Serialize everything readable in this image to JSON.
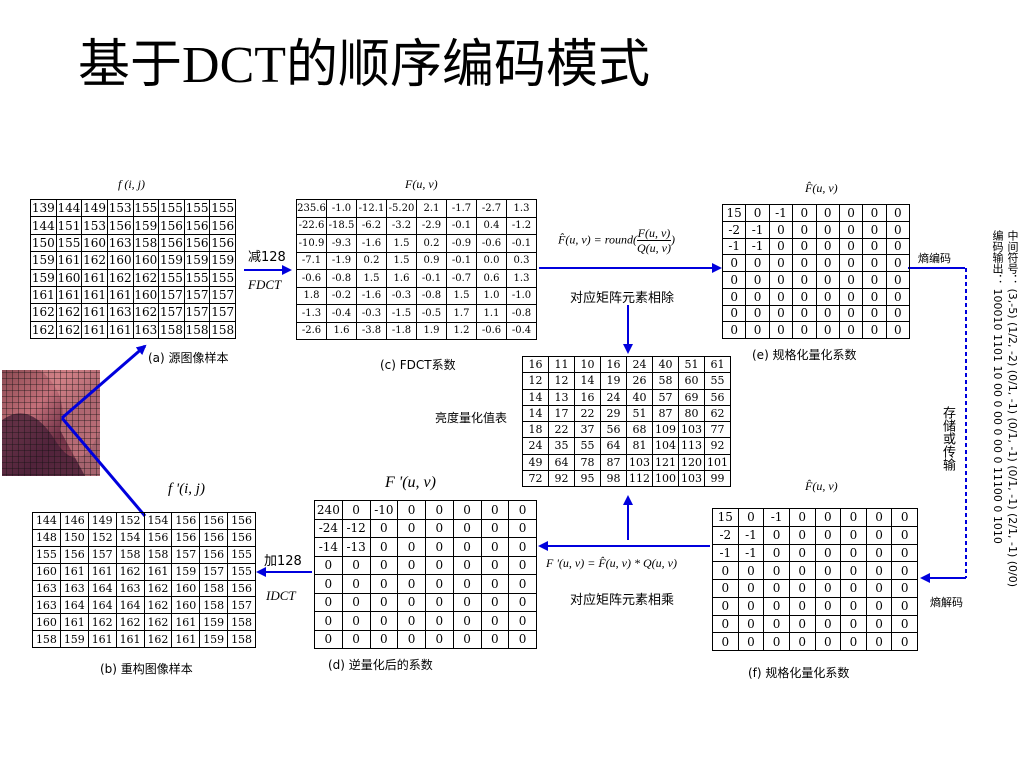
{
  "title": {
    "part1": "基于",
    "part2": "DCT",
    "part3": "的顺序编码模式"
  },
  "labels": {
    "src_sym": "f (i, j)",
    "src_caption": "(a) 源图像样本",
    "fdct_sym": "F(u, v)",
    "fdct_caption": "(c) FDCT系数",
    "quant_sym": "F̂(u, v)",
    "quant_caption": "(e) 规格化量化系数",
    "minus128": "减128",
    "fdct": "FDCT",
    "formula_lhs": "F̂(u, v) = round(",
    "formula_num": "F(u, v)",
    "formula_den": "Q(u, v)",
    "formula_rhs": ")",
    "divide_label": "对应矩阵元素相除",
    "qtable_label": "亮度量化值表",
    "entropy_encode": "熵编码",
    "entropy_decode": "熵解码",
    "store_transmit": "存储或传输",
    "mid_symbols": "中间符号：  (3,-5)     (1/2, -2)  (0/1, -1)  (0/1, -1)  (0/1, -1)  (2/1, -1)  (0/0)",
    "code_output": "编码输出：  100010  1101 10     00 0          00 0          00 0          11100 0    1010",
    "dec_sym": "F̂(u, v)",
    "dec_caption": "(f) 规格化量化系数",
    "multiply_formula": "F '(u, v) = F̂(u, v) * Q(u, v)",
    "multiply_label": "对应矩阵元素相乘",
    "deq_sym": "F '(u, v)",
    "deq_caption": "(d) 逆量化后的系数",
    "plus128": "加128",
    "idct": "IDCT",
    "rec_sym": "f '(i, j)",
    "rec_caption": "(b) 重构图像样本"
  },
  "matrices": {
    "source": [
      [
        139,
        144,
        149,
        153,
        155,
        155,
        155,
        155
      ],
      [
        144,
        151,
        153,
        156,
        159,
        156,
        156,
        156
      ],
      [
        150,
        155,
        160,
        163,
        158,
        156,
        156,
        156
      ],
      [
        159,
        161,
        162,
        160,
        160,
        159,
        159,
        159
      ],
      [
        159,
        160,
        161,
        162,
        162,
        155,
        155,
        155
      ],
      [
        161,
        161,
        161,
        161,
        160,
        157,
        157,
        157
      ],
      [
        162,
        162,
        161,
        163,
        162,
        157,
        157,
        157
      ],
      [
        162,
        162,
        161,
        161,
        163,
        158,
        158,
        158
      ]
    ],
    "fdct": [
      [
        "235.6",
        "-1.0",
        "-12.1",
        "-5.20",
        "2.1",
        "-1.7",
        "-2.7",
        "1.3"
      ],
      [
        "-22.6",
        "-18.5",
        "-6.2",
        "-3.2",
        "-2.9",
        "-0.1",
        "0.4",
        "-1.2"
      ],
      [
        "-10.9",
        "-9.3",
        "-1.6",
        "1.5",
        "0.2",
        "-0.9",
        "-0.6",
        "-0.1"
      ],
      [
        "-7.1",
        "-1.9",
        "0.2",
        "1.5",
        "0.9",
        "-0.1",
        "0.0",
        "0.3"
      ],
      [
        "-0.6",
        "-0.8",
        "1.5",
        "1.6",
        "-0.1",
        "-0.7",
        "0.6",
        "1.3"
      ],
      [
        "1.8",
        "-0.2",
        "-1.6",
        "-0.3",
        "-0.8",
        "1.5",
        "1.0",
        "-1.0"
      ],
      [
        "-1.3",
        "-0.4",
        "-0.3",
        "-1.5",
        "-0.5",
        "1.7",
        "1.1",
        "-0.8"
      ],
      [
        "-2.6",
        "1.6",
        "-3.8",
        "-1.8",
        "1.9",
        "1.2",
        "-0.6",
        "-0.4"
      ]
    ],
    "quantized": [
      [
        15,
        0,
        -1,
        0,
        0,
        0,
        0,
        0
      ],
      [
        -2,
        -1,
        0,
        0,
        0,
        0,
        0,
        0
      ],
      [
        -1,
        -1,
        0,
        0,
        0,
        0,
        0,
        0
      ],
      [
        0,
        0,
        0,
        0,
        0,
        0,
        0,
        0
      ],
      [
        0,
        0,
        0,
        0,
        0,
        0,
        0,
        0
      ],
      [
        0,
        0,
        0,
        0,
        0,
        0,
        0,
        0
      ],
      [
        0,
        0,
        0,
        0,
        0,
        0,
        0,
        0
      ],
      [
        0,
        0,
        0,
        0,
        0,
        0,
        0,
        0
      ]
    ],
    "qtable": [
      [
        16,
        11,
        10,
        16,
        24,
        40,
        51,
        61
      ],
      [
        12,
        12,
        14,
        19,
        26,
        58,
        60,
        55
      ],
      [
        14,
        13,
        16,
        24,
        40,
        57,
        69,
        56
      ],
      [
        14,
        17,
        22,
        29,
        51,
        87,
        80,
        62
      ],
      [
        18,
        22,
        37,
        56,
        68,
        109,
        103,
        77
      ],
      [
        24,
        35,
        55,
        64,
        81,
        104,
        113,
        92
      ],
      [
        49,
        64,
        78,
        87,
        103,
        121,
        120,
        101
      ],
      [
        72,
        92,
        95,
        98,
        112,
        100,
        103,
        99
      ]
    ],
    "decoded": [
      [
        15,
        0,
        -1,
        0,
        0,
        0,
        0,
        0
      ],
      [
        -2,
        -1,
        0,
        0,
        0,
        0,
        0,
        0
      ],
      [
        -1,
        -1,
        0,
        0,
        0,
        0,
        0,
        0
      ],
      [
        0,
        0,
        0,
        0,
        0,
        0,
        0,
        0
      ],
      [
        0,
        0,
        0,
        0,
        0,
        0,
        0,
        0
      ],
      [
        0,
        0,
        0,
        0,
        0,
        0,
        0,
        0
      ],
      [
        0,
        0,
        0,
        0,
        0,
        0,
        0,
        0
      ],
      [
        0,
        0,
        0,
        0,
        0,
        0,
        0,
        0
      ]
    ],
    "dequantized": [
      [
        240,
        0,
        -10,
        0,
        0,
        0,
        0,
        0
      ],
      [
        -24,
        -12,
        0,
        0,
        0,
        0,
        0,
        0
      ],
      [
        -14,
        -13,
        0,
        0,
        0,
        0,
        0,
        0
      ],
      [
        0,
        0,
        0,
        0,
        0,
        0,
        0,
        0
      ],
      [
        0,
        0,
        0,
        0,
        0,
        0,
        0,
        0
      ],
      [
        0,
        0,
        0,
        0,
        0,
        0,
        0,
        0
      ],
      [
        0,
        0,
        0,
        0,
        0,
        0,
        0,
        0
      ],
      [
        0,
        0,
        0,
        0,
        0,
        0,
        0,
        0
      ]
    ],
    "reconstructed": [
      [
        144,
        146,
        149,
        152,
        154,
        156,
        156,
        156
      ],
      [
        148,
        150,
        152,
        154,
        156,
        156,
        156,
        156
      ],
      [
        155,
        156,
        157,
        158,
        158,
        157,
        156,
        155
      ],
      [
        160,
        161,
        161,
        162,
        161,
        159,
        157,
        155
      ],
      [
        163,
        163,
        164,
        163,
        162,
        160,
        158,
        156
      ],
      [
        163,
        164,
        164,
        164,
        162,
        160,
        158,
        157
      ],
      [
        160,
        161,
        162,
        162,
        162,
        161,
        159,
        158
      ],
      [
        158,
        159,
        161,
        161,
        162,
        161,
        159,
        158
      ]
    ]
  },
  "colors": {
    "arrow": "#0000dd",
    "grid": "#000000"
  }
}
